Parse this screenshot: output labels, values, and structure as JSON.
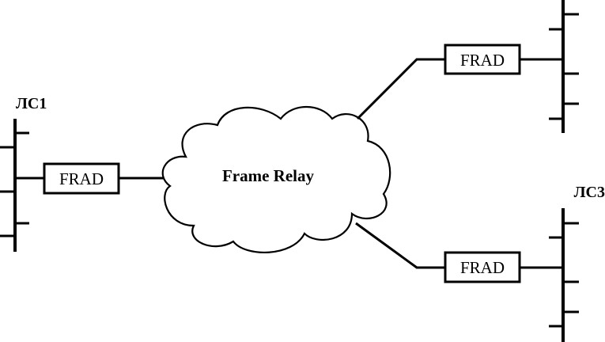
{
  "network": {
    "cloud_label": "Frame Relay"
  },
  "lans": {
    "lan1_label": "ЛС1",
    "lan3_label": "ЛС3"
  },
  "frads": {
    "left_label": "FRAD",
    "top_right_label": "FRAD",
    "bottom_right_label": "FRAD"
  }
}
